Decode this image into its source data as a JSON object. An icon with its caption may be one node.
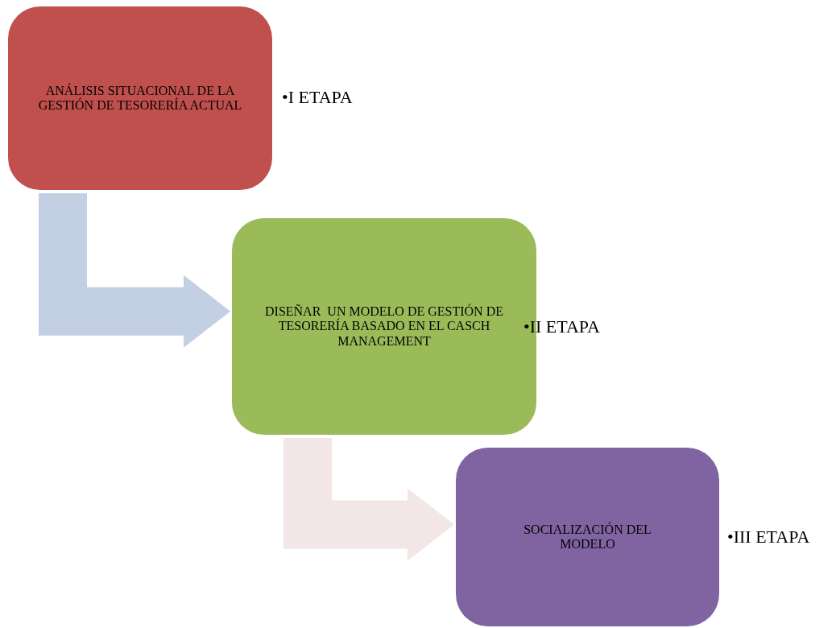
{
  "diagram": {
    "nodes": [
      {
        "text": [
          "ANÁLISIS SITUACIONAL DE LA GESTIÓN DE TESORERÍA ACTUAL"
        ],
        "beside": [
          "•I ETAPA"
        ]
      },
      {
        "text": [
          "DISEÑAR  UN MODELO DE GESTIÓN DE TESORERÍA BASADO EN EL CASCH MANAGEMENT"
        ],
        "beside": [
          "•II ETAPA"
        ]
      },
      {
        "text": [
          "SOCIALIZACIÓN DEL MODELO"
        ],
        "beside": [
          "•III ETAPA"
        ]
      }
    ],
    "edges": [
      {
        "from": 0,
        "to": 1,
        "arrow": "to",
        "color": "#c3cfe2"
      },
      {
        "from": 1,
        "to": 2,
        "arrow": "to",
        "color": "#f2e6e6"
      }
    ]
  }
}
